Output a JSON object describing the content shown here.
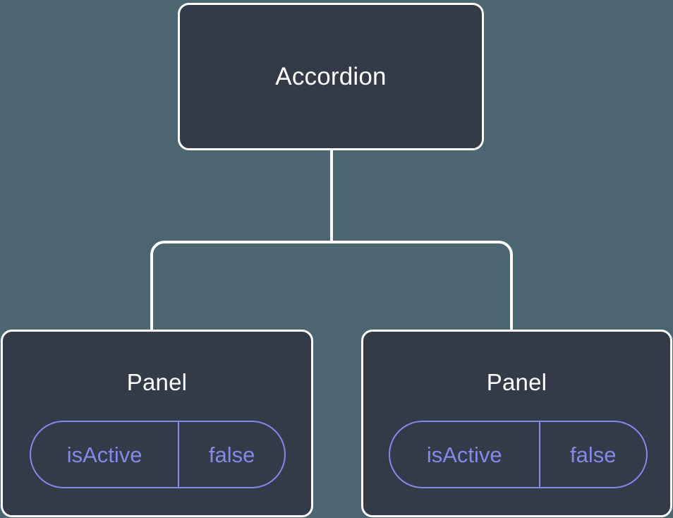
{
  "canvas": {
    "background_color": "#4c6671",
    "node_fill_color": "#343b48",
    "node_border_color": "#ffffff",
    "edge_color": "#ffffff",
    "prop_color": "#8289e8"
  },
  "tree": {
    "root": {
      "title": "Accordion"
    },
    "children": [
      {
        "title": "Panel",
        "props": [
          {
            "key": "isActive",
            "value": "false"
          }
        ]
      },
      {
        "title": "Panel",
        "props": [
          {
            "key": "isActive",
            "value": "false"
          }
        ]
      }
    ]
  }
}
